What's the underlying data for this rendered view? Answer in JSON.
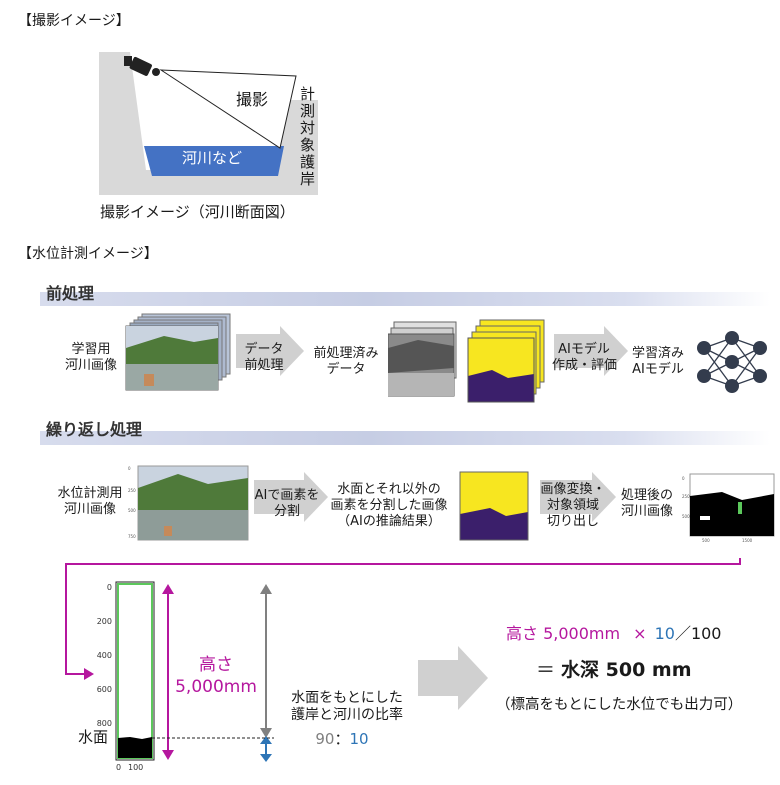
{
  "section1_title": "【撮影イメージ】",
  "cross_section": {
    "shooting_label": "撮影",
    "river_label": "河川など",
    "target_label_vertical": "計測対象護岸",
    "caption": "撮影イメージ（河川断面図）",
    "colors": {
      "wall": "#d9d9d9",
      "river": "#4472c4"
    }
  },
  "section2_title": "【水位計測イメージ】",
  "preprocess": {
    "band_title": "前処理",
    "input_label": [
      "学習用",
      "河川画像"
    ],
    "step1": [
      "データ",
      "前処理"
    ],
    "output1": [
      "前処理済み",
      "データ"
    ],
    "step2": [
      "AIモデル",
      "作成・評価"
    ],
    "output2": [
      "学習済み",
      "AIモデル"
    ],
    "mask_card_title": "Water Mask"
  },
  "repeat": {
    "band_title": "繰り返し処理",
    "input_label": [
      "水位計測用",
      "河川画像"
    ],
    "step1": [
      "AIで画素を",
      "分割"
    ],
    "output1": [
      "水面とそれ以外の",
      "画素を分割した画像",
      "（AIの推論結果）"
    ],
    "step2": [
      "画像変換・",
      "対象領域",
      "切り出し"
    ],
    "output2": [
      "処理後の",
      "河川画像"
    ]
  },
  "measurement": {
    "y_ticks": [
      "0",
      "200",
      "400",
      "600",
      "800"
    ],
    "x_ticks": [
      "0",
      "100"
    ],
    "height_label": [
      "高さ",
      "5,000mm"
    ],
    "water_surface_label": "水面",
    "ratio_label": [
      "水面をもとにした",
      "護岸と河川の比率"
    ],
    "ratio_left": "90",
    "ratio_sep": "：",
    "ratio_right": "10",
    "formula_part1": "高さ 5,000mm",
    "formula_times": "×",
    "formula_part2": "10",
    "formula_part3": "／100",
    "result_prefix": "＝",
    "result_value": "水深 500 mm",
    "note": "（標高をもとにした水位でも出力可）",
    "colors": {
      "magenta": "#b5179e",
      "blue": "#2e75b6",
      "gray": "#808080",
      "green": "#5cc85c"
    }
  }
}
